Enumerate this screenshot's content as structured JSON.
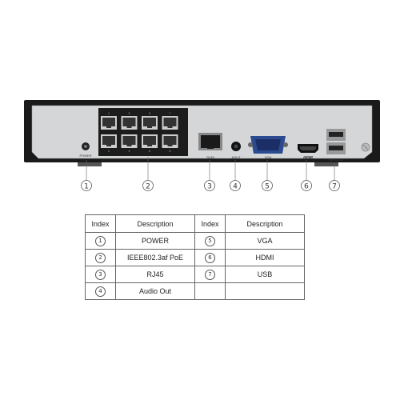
{
  "device": {
    "port_labels": {
      "power": "POWER",
      "rj45": "RJ45",
      "aout": "AOUT",
      "vga": "VGA",
      "hdmi": "HDMI"
    },
    "poe_port_numbers": [
      "1",
      "3",
      "5",
      "7",
      "2",
      "4",
      "6",
      "8"
    ]
  },
  "callouts": [
    "1",
    "2",
    "3",
    "4",
    "5",
    "6",
    "7"
  ],
  "table": {
    "headers": [
      "Index",
      "Description",
      "Index",
      "Description"
    ],
    "rows": [
      {
        "index_left": "1",
        "desc_left": "POWER",
        "index_right": "5",
        "desc_right": "VGA"
      },
      {
        "index_left": "2",
        "desc_left": "IEEE802.3af PoE",
        "index_right": "6",
        "desc_right": "HDMI"
      },
      {
        "index_left": "3",
        "desc_left": "RJ45",
        "index_right": "7",
        "desc_right": "USB"
      },
      {
        "index_left": "4",
        "desc_left": "Audio Out",
        "index_right": "",
        "desc_right": ""
      }
    ]
  }
}
